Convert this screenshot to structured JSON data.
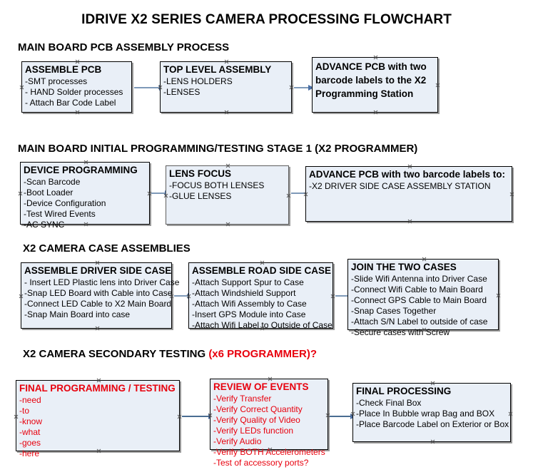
{
  "title": "IDRIVE X2  SERIES CAMERA PROCESSING FLOWCHART",
  "accent_color": "#e8000d",
  "box_fill": "#e9eff7",
  "connector_color": "#4a6fa5",
  "sections": [
    {
      "id": "main-board-pcb-assembly",
      "header": "MAIN BOARD PCB ASSEMBLY PROCESS",
      "header_accent": "",
      "boxes": [
        {
          "id": "assemble-pcb",
          "title": "ASSEMBLE PCB",
          "lines": [
            "-SMT processes",
            "- HAND Solder processes",
            "- Attach Bar Code Label"
          ]
        },
        {
          "id": "top-level-assembly",
          "title": "TOP LEVEL ASSEMBLY",
          "lines": [
            "-LENS HOLDERS",
            "-LENSES"
          ]
        },
        {
          "id": "advance-pcb-x2-programming-station",
          "title": "ADVANCE PCB with two barcode labels to the  X2 Programming Station",
          "lines": []
        }
      ]
    },
    {
      "id": "main-board-initial-programming",
      "header": "MAIN BOARD INITIAL PROGRAMMING/TESTING STAGE 1 (X2 PROGRAMMER)",
      "header_accent": "",
      "boxes": [
        {
          "id": "device-programming",
          "title": "DEVICE PROGRAMMING",
          "lines": [
            "-Scan Barcode",
            "-Boot Loader",
            "-Device Configuration",
            "-Test Wired Events",
            "-AC SYNC"
          ]
        },
        {
          "id": "lens-focus",
          "title": "LENS FOCUS",
          "lines": [
            "-FOCUS BOTH LENSES",
            "-GLUE LENSES"
          ]
        },
        {
          "id": "advance-pcb-driver-side-case",
          "title": "ADVANCE PCB with two barcode labels to:",
          "lines": [
            "-X2 DRIVER  SIDE  CASE  ASSEMBLY STATION"
          ]
        }
      ]
    },
    {
      "id": "x2-camera-case-assemblies",
      "header": "X2 CAMERA CASE ASSEMBLIES",
      "header_accent": "",
      "boxes": [
        {
          "id": "assemble-driver-side-case",
          "title": "ASSEMBLE DRIVER SIDE CASE",
          "lines": [
            "- Insert LED Plastic lens into Driver Case",
            "-Snap LED Board with Cable into Case",
            "-Connect LED Cable to X2 Main Board",
            "-Snap Main Board into case"
          ]
        },
        {
          "id": "assemble-road-side-case",
          "title": "ASSEMBLE ROAD SIDE CASE",
          "lines": [
            "-Attach Support Spur to Case",
            "-Attach Windshield Support",
            "-Attach Wifi Assembly to Case",
            "-Insert GPS Module into Case",
            "-Attach Wifi Label to Outside of Case"
          ]
        },
        {
          "id": "join-the-two-cases",
          "title": "JOIN THE TWO CASES",
          "lines": [
            "-Slide Wifi Antenna into Driver Case",
            "-Connect Wifi Cable to Main Board",
            "-Connect GPS Cable to Main Board",
            "-Snap Cases Together",
            "-Attach S/N Label to outside of case",
            "-Secure cases with Screw"
          ]
        }
      ]
    },
    {
      "id": "x2-camera-secondary-testing",
      "header": "X2 CAMERA SECONDARY TESTING ",
      "header_accent": "(x6 PROGRAMMER)?",
      "boxes": [
        {
          "id": "final-programming-testing",
          "title": "FINAL PROGRAMMING / TESTING",
          "lines": [
            "-need",
            "-to",
            "-know",
            "-what",
            "-goes",
            "-here"
          ]
        },
        {
          "id": "review-of-events",
          "title": "REVIEW OF EVENTS",
          "lines": [
            "-Verify Transfer",
            "-Verify Correct Quantity",
            "-Verify Quality of Video",
            "-Verify LEDs function",
            "-Verify Audio",
            "-Verify BOTH Accelerometers",
            "-Test of accessory ports?"
          ]
        },
        {
          "id": "final-processing",
          "title": "FINAL PROCESSING",
          "lines": [
            " -Check Final Box",
            "-Place In Bubble wrap Bag and BOX",
            "-Place Barcode Label on Exterior or Box"
          ]
        }
      ]
    }
  ]
}
